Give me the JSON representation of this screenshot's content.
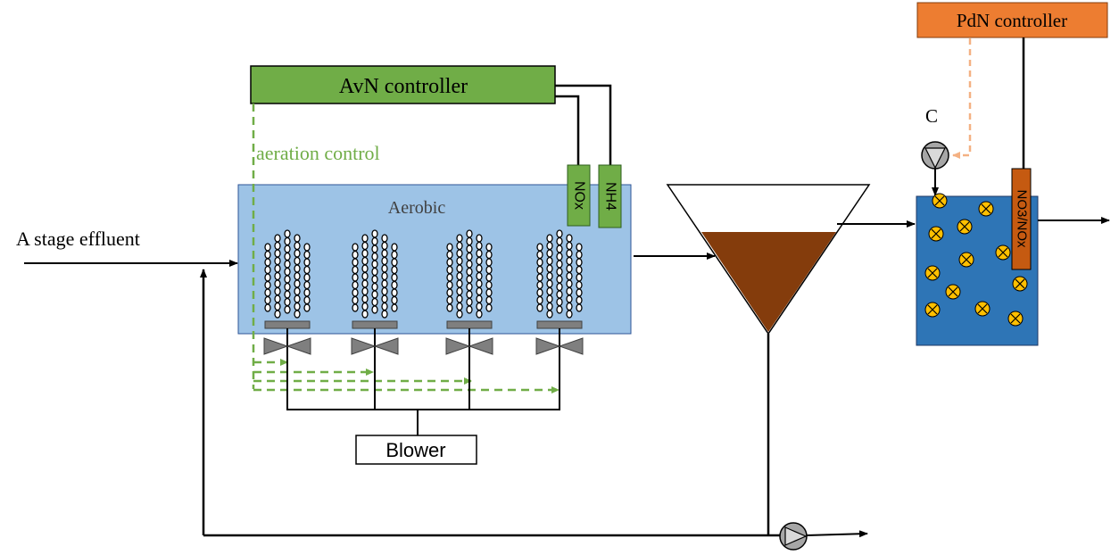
{
  "labels": {
    "avn_controller": "AvN controller",
    "pdn_controller": "PdN controller",
    "aeration_control": "aeration control",
    "aerobic": "Aerobic",
    "a_stage_effluent": "A stage effluent",
    "blower": "Blower",
    "nox_sensor": "NOx",
    "nh4_sensor": "NH4",
    "no3_nox_sensor": "NO3/NOx",
    "dosing_pump": "C"
  },
  "colors": {
    "controller_green": "#70ad47",
    "controller_orange": "#ed7d31",
    "aerobic_tank": "#9dc3e6",
    "settler_sludge": "#843c0c",
    "post_tank": "#2e75b6",
    "particle": "#ffc000",
    "diffuser": "#7f7f7f",
    "valve": "#7f7f7f",
    "pump": "#a6a6a6",
    "signal_green": "#70ad47",
    "signal_orange": "#f4b183",
    "sensor_orange": "#c55a11",
    "line": "#000000"
  },
  "icons": {
    "diffuser": "bubble-diffuser-icon",
    "valve": "butterfly-valve-icon",
    "pump": "pump-icon",
    "particle": "carbon-particle-icon"
  }
}
